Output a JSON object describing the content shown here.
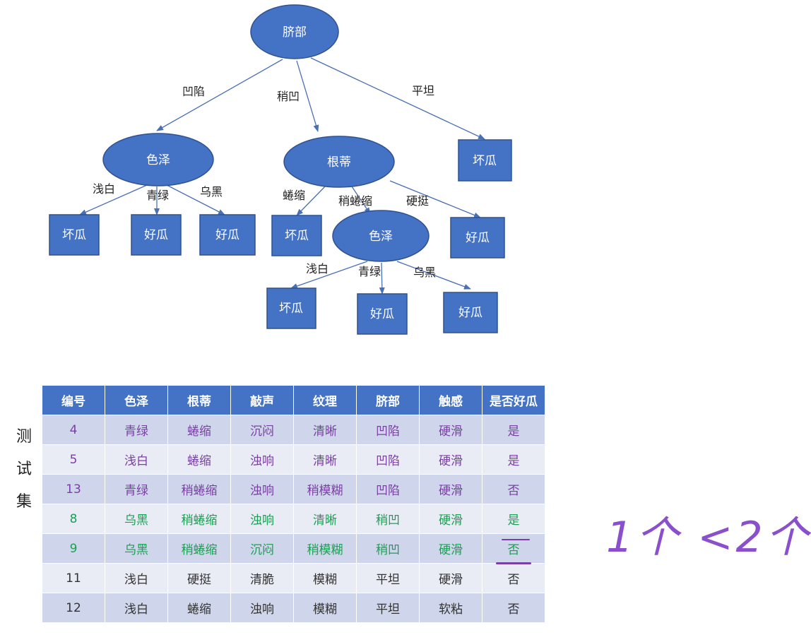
{
  "tree": {
    "root": "脐部",
    "root_edges": [
      "凹陷",
      "稍凹",
      "平坦"
    ],
    "left_node": "色泽",
    "left_edges": [
      "浅白",
      "青绿",
      "乌黑"
    ],
    "left_leaves": [
      "坏瓜",
      "好瓜",
      "好瓜"
    ],
    "mid_node": "根蒂",
    "mid_edges": [
      "蜷缩",
      "稍蜷缩",
      "硬挺"
    ],
    "mid_leaf_left": "坏瓜",
    "mid_leaf_right": "好瓜",
    "sub_node": "色泽",
    "sub_edges": [
      "浅白",
      "青绿",
      "乌黑"
    ],
    "sub_leaves": [
      "坏瓜",
      "好瓜",
      "好瓜"
    ],
    "right_leaf": "坏瓜"
  },
  "side_label": [
    "测",
    "试",
    "集"
  ],
  "table": {
    "headers": [
      "编号",
      "色泽",
      "根蒂",
      "敲声",
      "纹理",
      "脐部",
      "触感",
      "是否好瓜"
    ],
    "rows": [
      [
        "4",
        "青绿",
        "蜷缩",
        "沉闷",
        "清晰",
        "凹陷",
        "硬滑",
        "是"
      ],
      [
        "5",
        "浅白",
        "蜷缩",
        "浊响",
        "清晰",
        "凹陷",
        "硬滑",
        "是"
      ],
      [
        "13",
        "青绿",
        "稍蜷缩",
        "浊响",
        "稍模糊",
        "凹陷",
        "硬滑",
        "否"
      ],
      [
        "8",
        "乌黑",
        "稍蜷缩",
        "浊响",
        "清晰",
        "稍凹",
        "硬滑",
        "是"
      ],
      [
        "9",
        "乌黑",
        "稍蜷缩",
        "沉闷",
        "稍模糊",
        "稍凹",
        "硬滑",
        "否"
      ],
      [
        "11",
        "浅白",
        "硬挺",
        "清脆",
        "模糊",
        "平坦",
        "硬滑",
        "否"
      ],
      [
        "12",
        "浅白",
        "蜷缩",
        "浊响",
        "模糊",
        "平坦",
        "软粘",
        "否"
      ]
    ]
  },
  "annotation": "1个 <2个",
  "colors": {
    "node_fill": "#4472c4",
    "header_bg": "#4472c4",
    "row_odd": "#cfd5ea",
    "row_even": "#e9ebf5",
    "purple_text": "#7a3fa4",
    "green_text": "#1aa052",
    "handwriting": "#8a4fcc"
  }
}
